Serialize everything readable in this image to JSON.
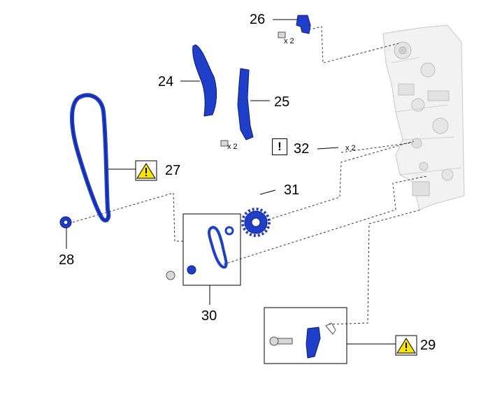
{
  "diagram": {
    "callouts": {
      "p24": "24",
      "p25": "25",
      "p26": "26",
      "p27": "27",
      "p28": "28",
      "p29": "29",
      "p30": "30",
      "p31": "31",
      "p32": "32"
    },
    "quantities": {
      "q26": "x 2",
      "q25": "x 2",
      "q32": "x 2"
    },
    "notice_mark": "!",
    "icons": {
      "caution": "warning-triangle-icon",
      "notice": "exclamation-notice-icon"
    },
    "colors": {
      "part_blue": "#1f3fc8",
      "part_outline": "#0a1a80",
      "engine_gray": "#e8e8e8",
      "leader": "#000000"
    }
  }
}
